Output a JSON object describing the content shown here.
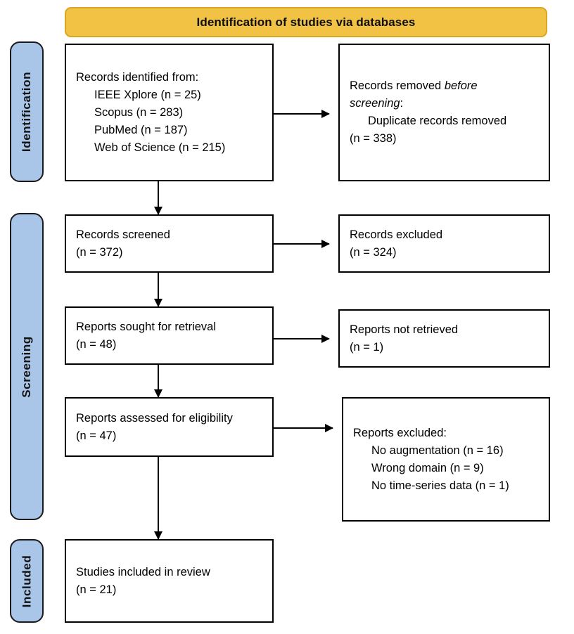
{
  "diagram": {
    "title": "Identification of studies via databases",
    "colors": {
      "banner_fill": "#f2c245",
      "banner_border": "#d9a526",
      "stage_fill": "#a9c5e8",
      "stage_border": "#1a1a1a",
      "box_border": "#000000",
      "text": "#000000"
    }
  },
  "stages": [
    {
      "label": "Identification"
    },
    {
      "label": "Screening"
    },
    {
      "label": "Included"
    }
  ],
  "boxes": {
    "records_identified": {
      "heading": "Records identified from:",
      "items": [
        "IEEE Xplore (n = 25)",
        "Scopus (n = 283)",
        "PubMed (n = 187)",
        "Web of Science (n = 215)"
      ]
    },
    "records_removed": {
      "heading_pre": "Records removed ",
      "heading_em1": "before",
      "heading_em2": "screening",
      "heading_post": ":",
      "items": [
        "Duplicate records removed",
        "(n = 338)"
      ]
    },
    "records_screened": {
      "heading": "Records screened",
      "count": "(n = 372)"
    },
    "records_excluded": {
      "heading": "Records excluded",
      "count": "(n = 324)"
    },
    "reports_sought": {
      "heading": "Reports sought for retrieval",
      "count": "(n = 48)"
    },
    "reports_not_retrieved": {
      "heading": "Reports not retrieved",
      "count": "(n = 1)"
    },
    "reports_assessed": {
      "heading": "Reports assessed for eligibility",
      "count": "(n = 47)"
    },
    "reports_excluded": {
      "heading": "Reports excluded:",
      "items": [
        "No augmentation (n = 16)",
        "Wrong domain (n = 9)",
        "No time-series data (n = 1)"
      ]
    },
    "studies_included": {
      "heading": "Studies included in review",
      "count": "(n = 21)"
    }
  }
}
